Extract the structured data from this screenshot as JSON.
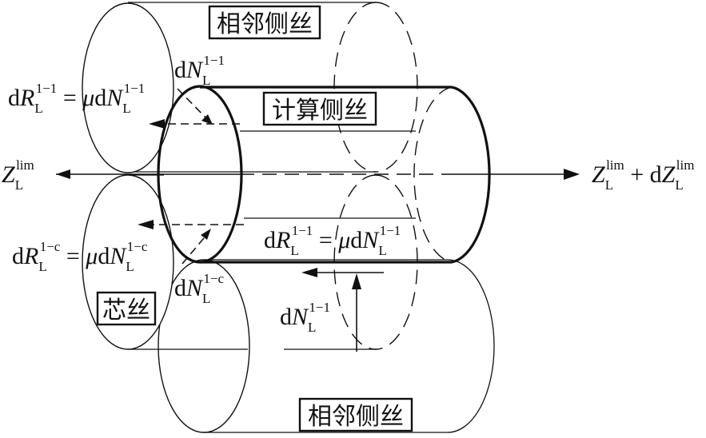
{
  "labels": {
    "adjacent_top": "相邻侧丝",
    "adjacent_bottom": "相邻侧丝",
    "computed_wire": "计算侧丝",
    "core_wire": "芯丝"
  },
  "math": {
    "z_left": {
      "base": "Z",
      "sub": "L",
      "sup": "lim"
    },
    "z_right": {
      "base": "Z",
      "sub": "L",
      "sup": "lim",
      "plus": " + d",
      "base2": "Z",
      "sub2": "L",
      "sup2": "lim"
    },
    "dN_top": {
      "d": "d",
      "base": "N",
      "sub": "L",
      "sup": "1−1"
    },
    "dR_top": {
      "d": "d",
      "base": "R",
      "sub": "L",
      "sup": "1−1",
      "eq": " = ",
      "mu": "μ",
      "d2": "d",
      "base2": "N",
      "sub2": "L",
      "sup2": "1−1"
    },
    "dR_core": {
      "d": "d",
      "base": "R",
      "sub": "L",
      "sup": "1−c",
      "eq": " = ",
      "mu": "μ",
      "d2": "d",
      "base2": "N",
      "sub2": "L",
      "sup2": "1−c"
    },
    "dN_core": {
      "d": "d",
      "base": "N",
      "sub": "L",
      "sup": "1−c"
    },
    "dR_mid": {
      "d": "d",
      "base": "R",
      "sub": "L",
      "sup": "1−1",
      "eq": " = ",
      "mu": "μ",
      "d2": "d",
      "base2": "N",
      "sub2": "L",
      "sup2": "1−1"
    },
    "dN_mid": {
      "d": "d",
      "base": "N",
      "sub": "L",
      "sup": "1−1"
    }
  }
}
